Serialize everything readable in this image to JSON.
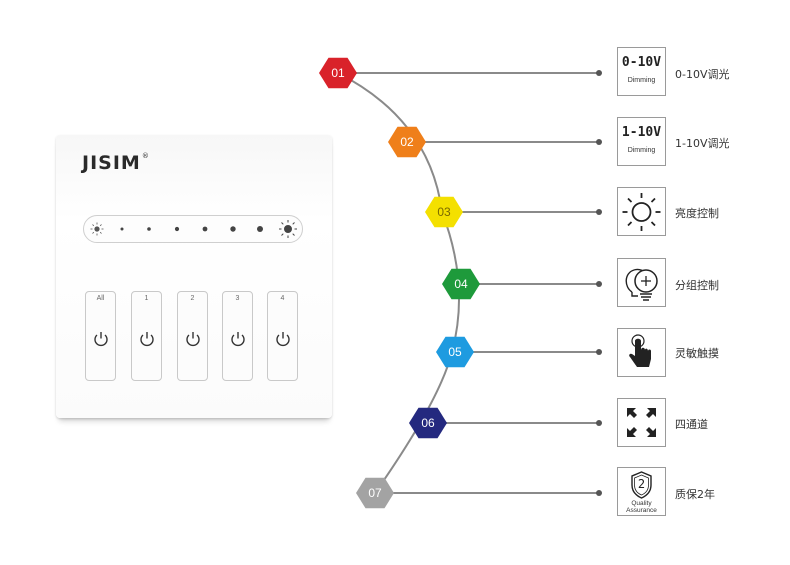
{
  "device": {
    "brand": "JISIM",
    "trademark": "®",
    "buttons": [
      "All",
      "1",
      "2",
      "3",
      "4"
    ]
  },
  "steps": [
    {
      "num": "01",
      "color": "#d9222a",
      "label": "0-10V调光",
      "icon": "0-10v-dimming",
      "icon_line1": "0-10V",
      "icon_line2": "Dimming"
    },
    {
      "num": "02",
      "color": "#ef7f1a",
      "label": "1-10V调光",
      "icon": "1-10v-dimming",
      "icon_line1": "1-10V",
      "icon_line2": "Dimming"
    },
    {
      "num": "03",
      "color": "#f4e000",
      "label": "亮度控制",
      "icon": "sun-icon"
    },
    {
      "num": "04",
      "color": "#1e9a3b",
      "label": "分组控制",
      "icon": "bulbs-icon"
    },
    {
      "num": "05",
      "color": "#1e9be0",
      "label": "灵敏触摸",
      "icon": "touch-icon"
    },
    {
      "num": "06",
      "color": "#24297f",
      "label": "四通道",
      "icon": "expand-arrows-icon"
    },
    {
      "num": "07",
      "color": "#a3a3a3",
      "label": "质保2年",
      "icon": "warranty-shield-icon",
      "icon_line1": "2",
      "icon_line2": "Quality",
      "icon_line3": "Assurance"
    }
  ]
}
